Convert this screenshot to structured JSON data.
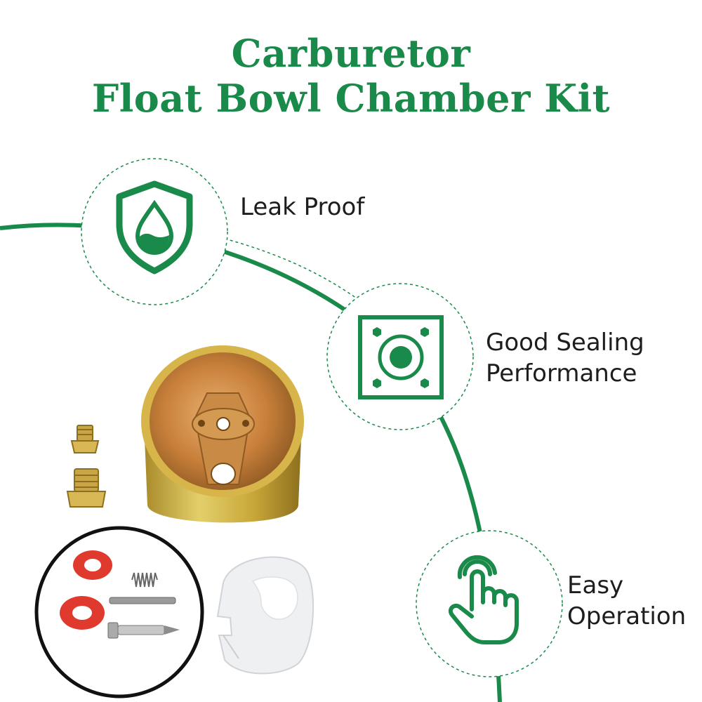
{
  "header": {
    "title_line1": "Carburetor",
    "title_line2": "Float Bowl Chamber Kit"
  },
  "features": [
    {
      "line1": "Leak Proof",
      "line2": "",
      "icon": "shield-water-drop-icon"
    },
    {
      "line1": "Good Sealing",
      "line2": "Performance",
      "icon": "seal-square-icon"
    },
    {
      "line1": "Easy",
      "line2": "Operation",
      "icon": "tap-hand-icon"
    }
  ],
  "colors": {
    "accent": "#1a8a4a",
    "text": "#1d1d1d",
    "bowl_gold": "#c9a23a",
    "gasket_red": "#e03a2f"
  },
  "products": [
    "float-bowl",
    "screw-small",
    "screw-large",
    "o-ring-gasket",
    "red-washer-1",
    "red-washer-2",
    "spring",
    "pin",
    "needle-valve",
    "float"
  ]
}
